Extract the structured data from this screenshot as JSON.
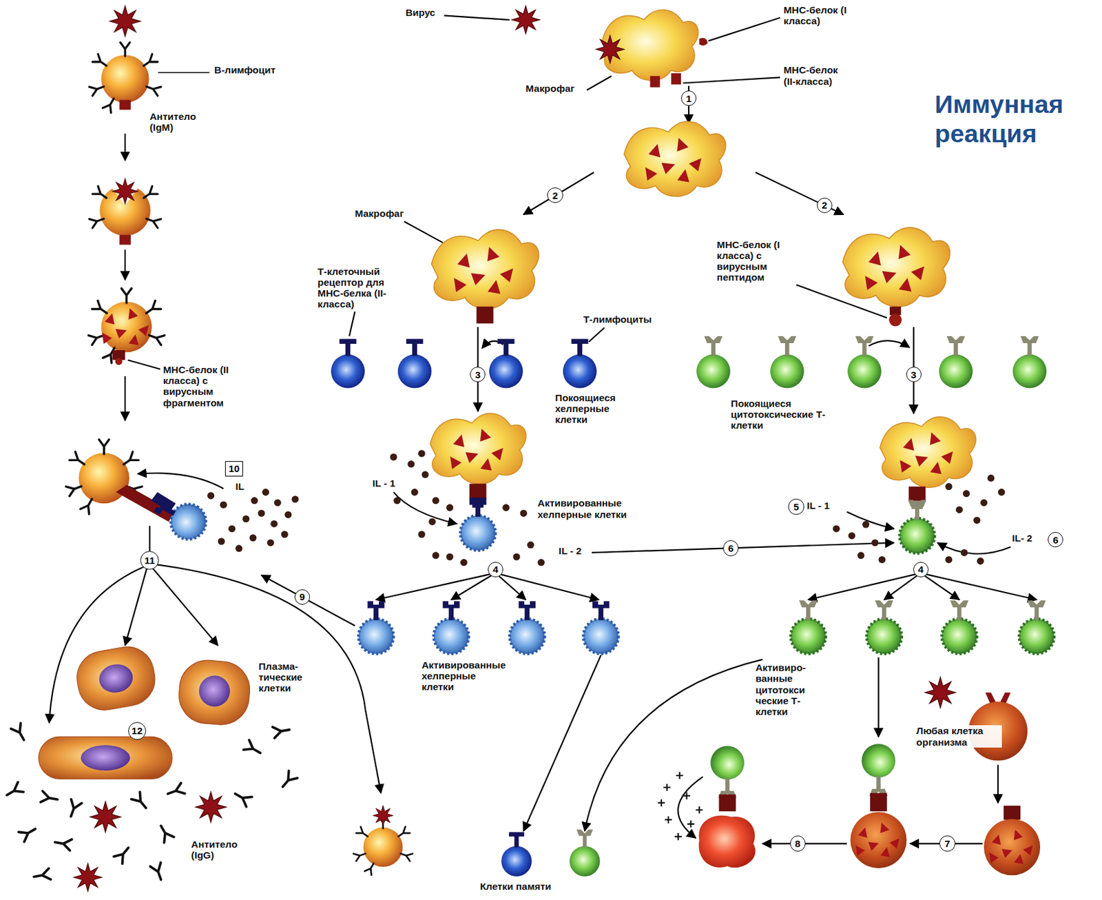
{
  "diagram": {
    "title": "Иммунная реакция",
    "labels": [
      "Вирус",
      "МНС-белок (I класса)",
      "В-лимфоцит",
      "МНС-белок (II-класса)",
      "Макрофаг",
      "1",
      "Антитело (IgM)",
      "2",
      "2",
      "Макрофаг",
      "МНС-белок (I класса) с вирусным пептидом",
      "Т-клеточный рецептор для МНС-белка (II-класса)",
      "Т-лимфоциты",
      "МНС-белок (II класса) с вирусным фрагментом",
      "3",
      "3",
      "Покоящиеся хелперные клетки",
      "Покоящиеся цитотоксические Т-клетки",
      "10",
      "IL",
      "IL - 1",
      "5",
      "IL - 1",
      "Активированные хелперные клетки",
      "IL - 2",
      "IL- 2",
      "6",
      "11",
      "4",
      "6",
      "4",
      "9",
      "Активированные хелперные клетки",
      "Плазма-тические клетки",
      "Активиро-ванные цитотокси ческие Т-клетки",
      "Любая клетка организма",
      "12",
      "7",
      "8",
      "Антитело (IgG)",
      "Клетки памяти"
    ]
  }
}
